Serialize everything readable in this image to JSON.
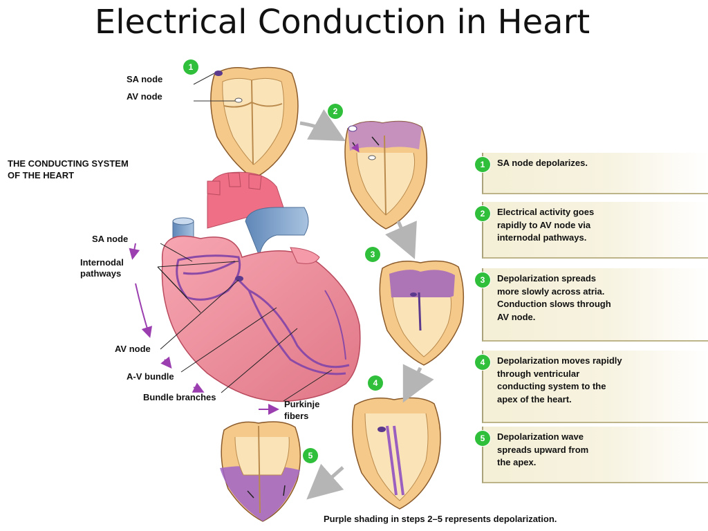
{
  "title": "Electrical Conduction in Heart",
  "conducting_system_label": "THE CONDUCTING SYSTEM\nOF THE HEART",
  "top_heart_labels": {
    "sa_node": "SA node",
    "av_node": "AV node"
  },
  "main_heart_labels": {
    "sa_node": "SA node",
    "internodal": "Internodal\npathways",
    "av_node": "AV node",
    "av_bundle": "A-V bundle",
    "bundle_branches": "Bundle branches",
    "purkinje": "Purkinje\nfibers"
  },
  "steps": [
    {
      "num": "1",
      "text": "SA node depolarizes."
    },
    {
      "num": "2",
      "text": "Electrical activity goes rapidly to AV node via internodal pathways."
    },
    {
      "num": "3",
      "text": "Depolarization spreads more slowly across atria. Conduction slows through AV node."
    },
    {
      "num": "4",
      "text": "Depolarization moves rapidly through ventricular conducting system to the apex of the heart."
    },
    {
      "num": "5",
      "text": "Depolarization wave spreads upward from the apex."
    }
  ],
  "footnote": "Purple shading in steps 2–5 represents depolarization.",
  "colors": {
    "badge": "#2fbf3a",
    "depolarization": "#9b5fc0",
    "heart_wall": "#f2c27a",
    "heart_pink": "#f28a9a",
    "vessel_blue": "#7a9ec9"
  }
}
